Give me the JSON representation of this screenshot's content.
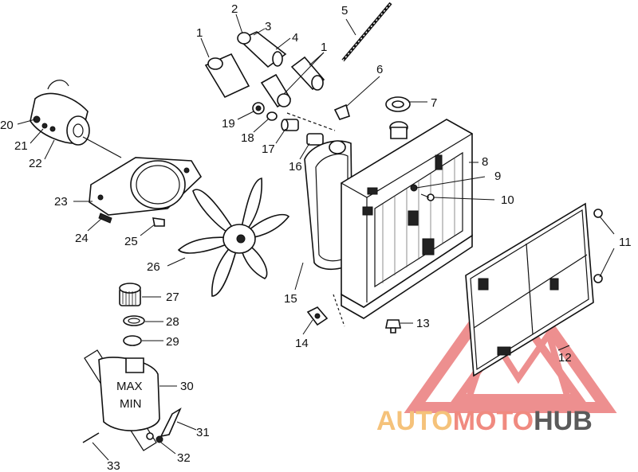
{
  "diagram": {
    "callouts": [
      "1",
      "2",
      "3",
      "4",
      "5",
      "1",
      "6",
      "7",
      "8",
      "9",
      "10",
      "11",
      "12",
      "13",
      "14",
      "15",
      "16",
      "17",
      "18",
      "19",
      "20",
      "21",
      "22",
      "23",
      "24",
      "25",
      "26",
      "27",
      "28",
      "29",
      "30",
      "31",
      "32",
      "33"
    ]
  },
  "parts": {
    "reservoir_max_mark": "MAX",
    "reservoir_min_mark": "MIN"
  },
  "watermark": {
    "word_auto": "AUTO",
    "word_moto": "MOTO",
    "word_hub": "HUB",
    "color_auto": "#f5c27a",
    "color_moto": "#f08a80",
    "color_hub": "#5a5a5a",
    "triangle_color": "#e86a6a"
  }
}
